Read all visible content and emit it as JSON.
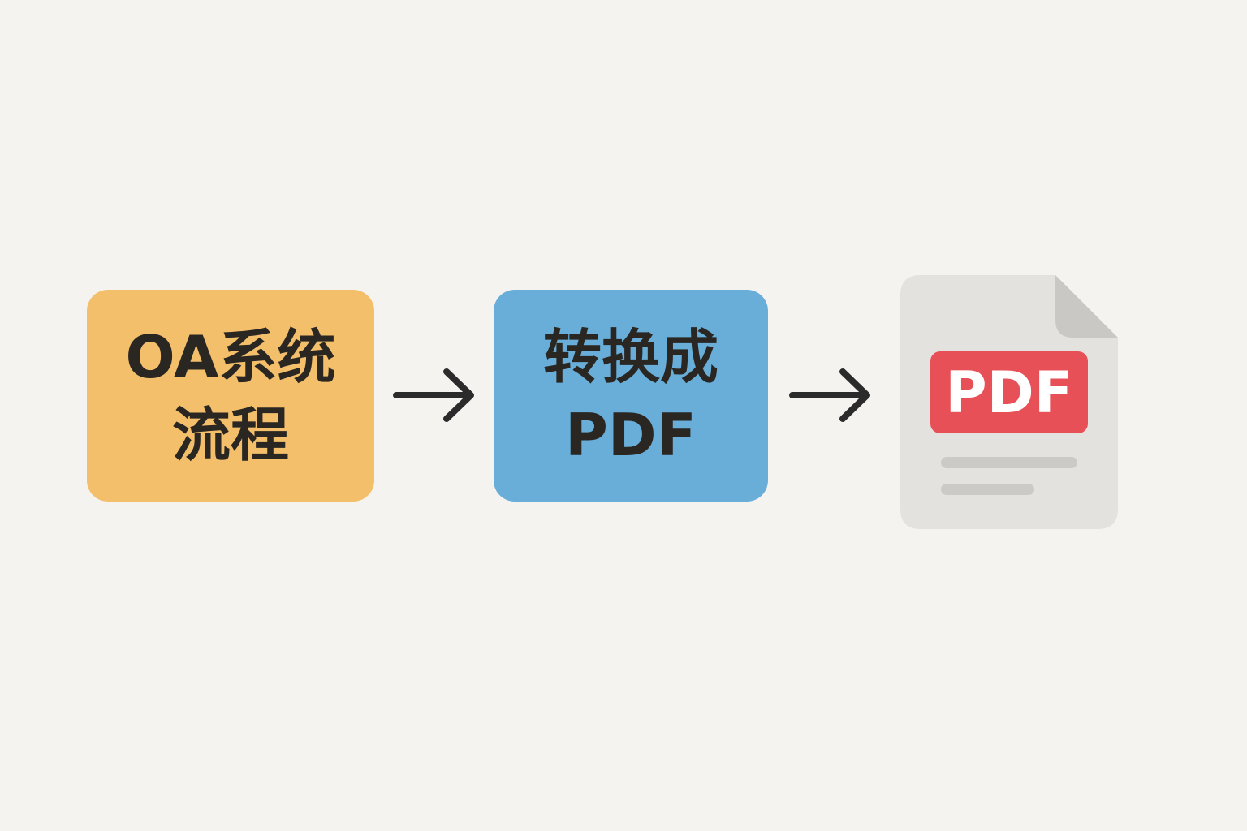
{
  "steps": [
    {
      "line1": "OA系统",
      "line2": "流程",
      "color": "#f4bf6b"
    },
    {
      "line1": "转换成",
      "line2": "PDF",
      "color": "#68aed9"
    }
  ],
  "document": {
    "label": "PDF",
    "label_color": "#e85057",
    "page_color": "#e3e2de",
    "fold_color": "#c9c8c4",
    "line_color": "#cbcac6"
  },
  "arrow_color": "#2b2b2b"
}
